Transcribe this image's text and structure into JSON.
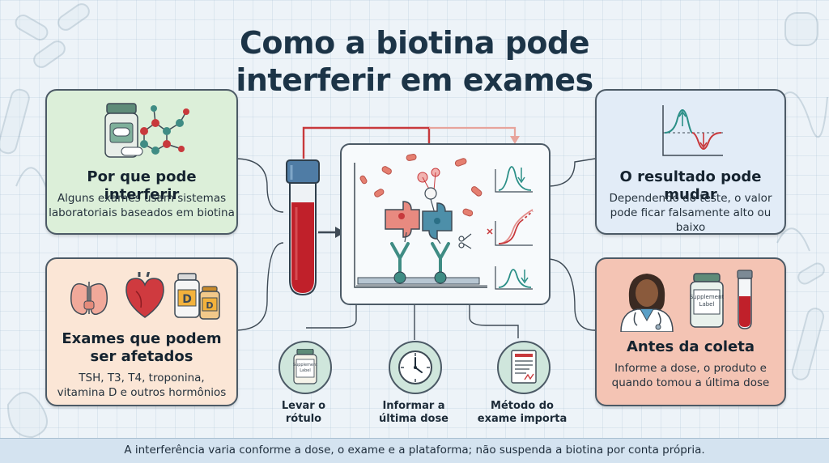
{
  "title_line1": "Como a biotina pode",
  "title_line2": "interferir em exames",
  "cards": {
    "why": {
      "heading": "Por que pode interferir",
      "text_line1": "Alguns exames usam sistemas",
      "text_line2": "laboratoriais baseados em biotina"
    },
    "exams": {
      "heading_line1": "Exames que podem",
      "heading_line2": "ser afetados",
      "text_line1": "TSH, T3, T4, troponina,",
      "text_line2": "vitamina D e outros hormônios",
      "vitamin_letter": "D"
    },
    "result": {
      "heading": "O resultado pode mudar",
      "text_line1": "Dependendo do teste, o valor",
      "text_line2": "pode ficar falsamente alto ou baixo"
    },
    "before": {
      "heading": "Antes da coleta",
      "text_line1": "Informe a dose, o produto e",
      "text_line2": "quando tomou a última dose",
      "bottle_label_line1": "Supplement",
      "bottle_label_line2": "Label"
    }
  },
  "steps": [
    {
      "line1": "Levar o",
      "line2": "rótulo",
      "label_line1": "Supplement",
      "label_line2": "Label"
    },
    {
      "line1": "Informar a",
      "line2": "última dose"
    },
    {
      "line1": "Método do",
      "line2": "exame importa"
    }
  ],
  "bottom_note": "A interferência varia conforme a dose, o exame e a plataforma; não suspenda a biotina por conta própria.",
  "colors": {
    "green_card": "#dcefd9",
    "peach_card": "#fbe6d6",
    "blue_card": "#e2ecf7",
    "salmon_card": "#f4c4b4",
    "blood_red": "#c0202a",
    "teal": "#3f8c84",
    "arrow_red": "#c8393c"
  }
}
